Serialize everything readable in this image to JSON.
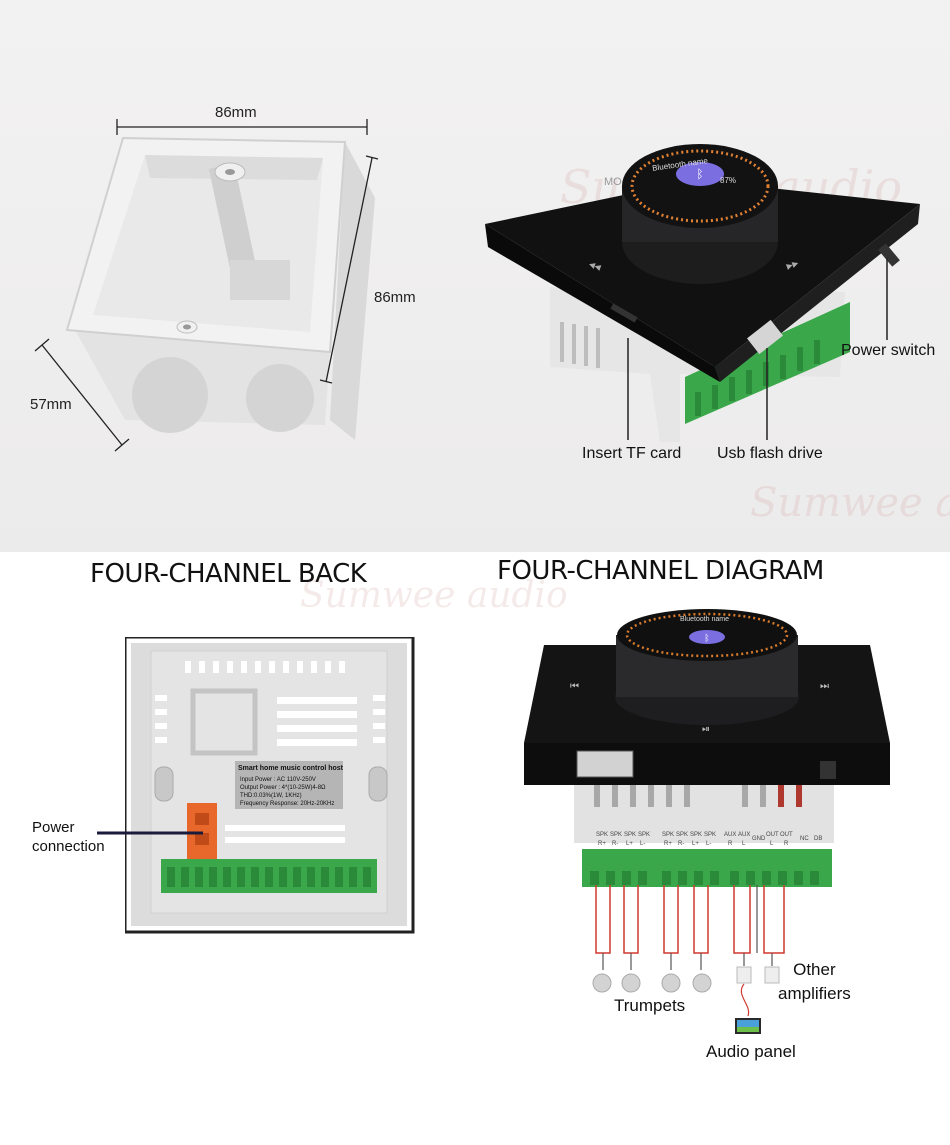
{
  "dimensions": {
    "width": "86mm",
    "height": "86mm",
    "depth": "57mm"
  },
  "callouts": {
    "power_switch": "Power switch",
    "tf_card": "Insert TF card",
    "usb": "Usb flash drive",
    "power_connection_line1": "Power",
    "power_connection_line2": "connection",
    "trumpets": "Trumpets",
    "other_amplifiers_line1": "Other",
    "other_amplifiers_line2": "amplifiers",
    "audio_panel": "Audio panel"
  },
  "headings": {
    "back": "FOUR-CHANNEL BACK",
    "diagram": "FOUR-CHANNEL DIAGRAM"
  },
  "watermark": "Sumwee audio",
  "device": {
    "screen_title": "Bluetooth name",
    "volume": "87%",
    "mode_label": "MO",
    "prev_symbol": "⏮",
    "next_symbol": "⏭",
    "play_symbol": "⏯"
  },
  "back_label": {
    "title": "Smart home music control host",
    "line1": "Input Power : AC 110V-250V",
    "line2": "Output Power : 4*(10-25W)4-8Ω",
    "line3": "THD:0.03%(1W, 1KHz)",
    "line4": "Frequency Response: 20Hz-20KHz"
  },
  "terminals": {
    "groups": [
      "SPK",
      "SPK",
      "SPK",
      "SPK",
      "SPK",
      "SPK",
      "SPK",
      "SPK",
      "AUX",
      "AUX",
      "GND",
      "OUT",
      "OUT",
      "NC",
      "DB"
    ],
    "sub": [
      "R+",
      "R-",
      "L+",
      "L-",
      "R+",
      "R-",
      "L+",
      "L-",
      "R",
      "L",
      "",
      "L",
      "R",
      "",
      ""
    ]
  },
  "colors": {
    "terminal_green": "#3aa84a",
    "connector_orange": "#e8672a",
    "wire_red": "#d0392f",
    "device_black": "#1b1b1c",
    "bluetooth_purple": "#7b6ee0"
  }
}
